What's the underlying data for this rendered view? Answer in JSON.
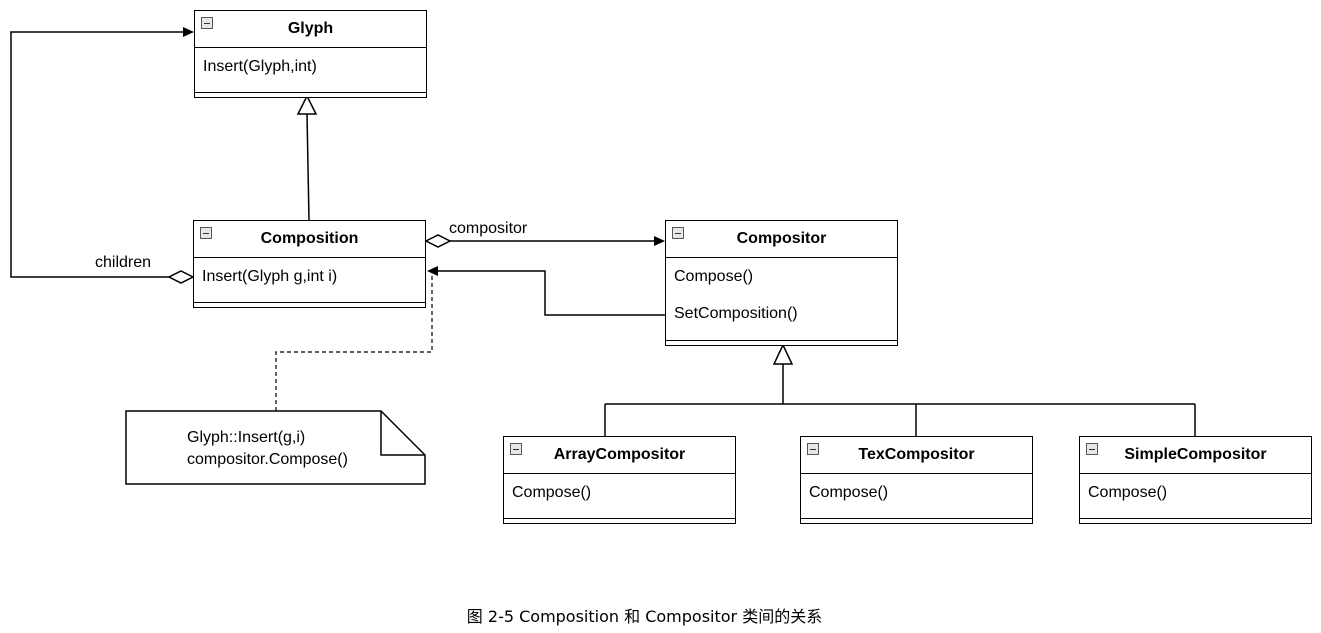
{
  "classes": {
    "glyph": {
      "name": "Glyph",
      "methods": [
        "Insert(Glyph,int)"
      ]
    },
    "composition": {
      "name": "Composition",
      "methods": [
        "Insert(Glyph g,int i)"
      ]
    },
    "compositor": {
      "name": "Compositor",
      "methods": [
        "Compose()",
        "SetComposition()"
      ]
    },
    "array_compositor": {
      "name": "ArrayCompositor",
      "methods": [
        "Compose()"
      ]
    },
    "tex_compositor": {
      "name": "TexCompositor",
      "methods": [
        "Compose()"
      ]
    },
    "simple_compositor": {
      "name": "SimpleCompositor",
      "methods": [
        "Compose()"
      ]
    }
  },
  "relations": {
    "children_label": "children",
    "compositor_label": "compositor"
  },
  "note": {
    "lines": [
      "Glyph::Insert(g,i)",
      "compositor.Compose()"
    ]
  },
  "caption": "图 2-5 Composition 和 Compositor 类间的关系"
}
